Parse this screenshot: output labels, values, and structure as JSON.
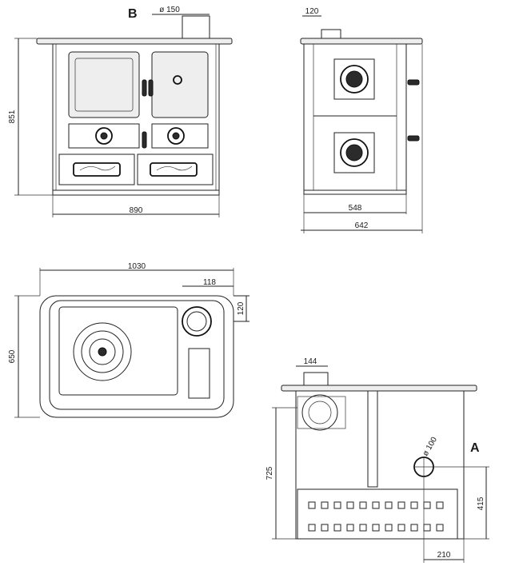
{
  "front_view": {
    "width": "890",
    "height": "851",
    "flue_diameter": "ø 150",
    "label": "B"
  },
  "side_view": {
    "width_body": "548",
    "width_total": "642",
    "flue_offset": "120"
  },
  "top_view": {
    "width": "1030",
    "depth": "650",
    "flue_offset_x": "118",
    "flue_offset_y": "120"
  },
  "rear_view": {
    "flue_width": "144",
    "height": "725",
    "inlet_diameter": "ø 100",
    "label": "A",
    "inlet_height": "415",
    "inlet_offset": "210"
  }
}
